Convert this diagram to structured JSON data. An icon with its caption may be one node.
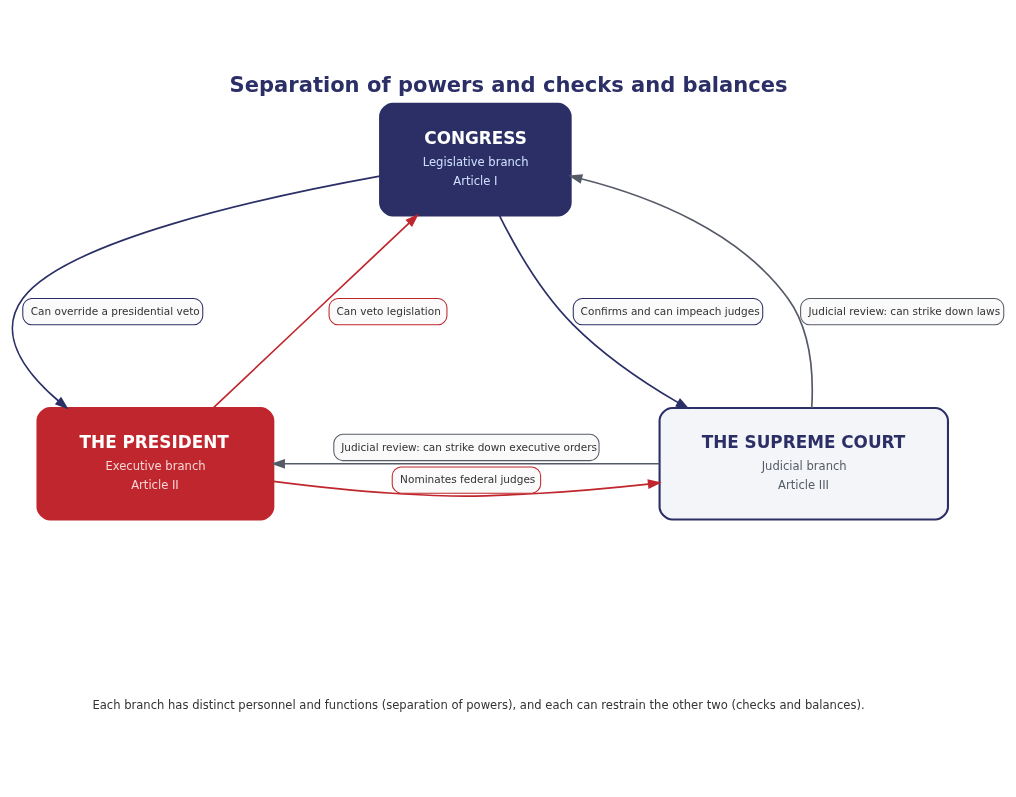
{
  "diagram": {
    "title": "Separation of powers and checks and balances",
    "caption": "Each branch has distinct personnel and functions (separation of powers), and each can restrain the other two (checks and balances).",
    "nodes": [
      {
        "text": [
          "CONGRESS",
          "Legislative branch",
          "Article I"
        ]
      },
      {
        "text": [
          "THE PRESIDENT",
          "Executive branch",
          "Article II"
        ]
      },
      {
        "text": [
          "THE SUPREME COURT",
          "Judicial branch",
          "Article III"
        ]
      }
    ],
    "edges": [
      {
        "from": 0,
        "to": 1,
        "arrow": "to",
        "label": "Can override a presidential veto",
        "color": "#2b2f66"
      },
      {
        "from": 1,
        "to": 0,
        "arrow": "to",
        "label": "Can veto legislation",
        "color": "#c0262d"
      },
      {
        "from": 0,
        "to": 2,
        "arrow": "to",
        "label": "Confirms and can impeach judges",
        "color": "#2b2f66"
      },
      {
        "from": 2,
        "to": 0,
        "arrow": "to",
        "label": "Judicial review: can strike down laws",
        "color": "#555b66"
      },
      {
        "from": 2,
        "to": 1,
        "arrow": "to",
        "label": "Judicial review: can strike down executive orders",
        "color": "#555b66"
      },
      {
        "from": 1,
        "to": 2,
        "arrow": "to",
        "label": "Nominates federal judges",
        "color": "#c0262d"
      }
    ]
  }
}
